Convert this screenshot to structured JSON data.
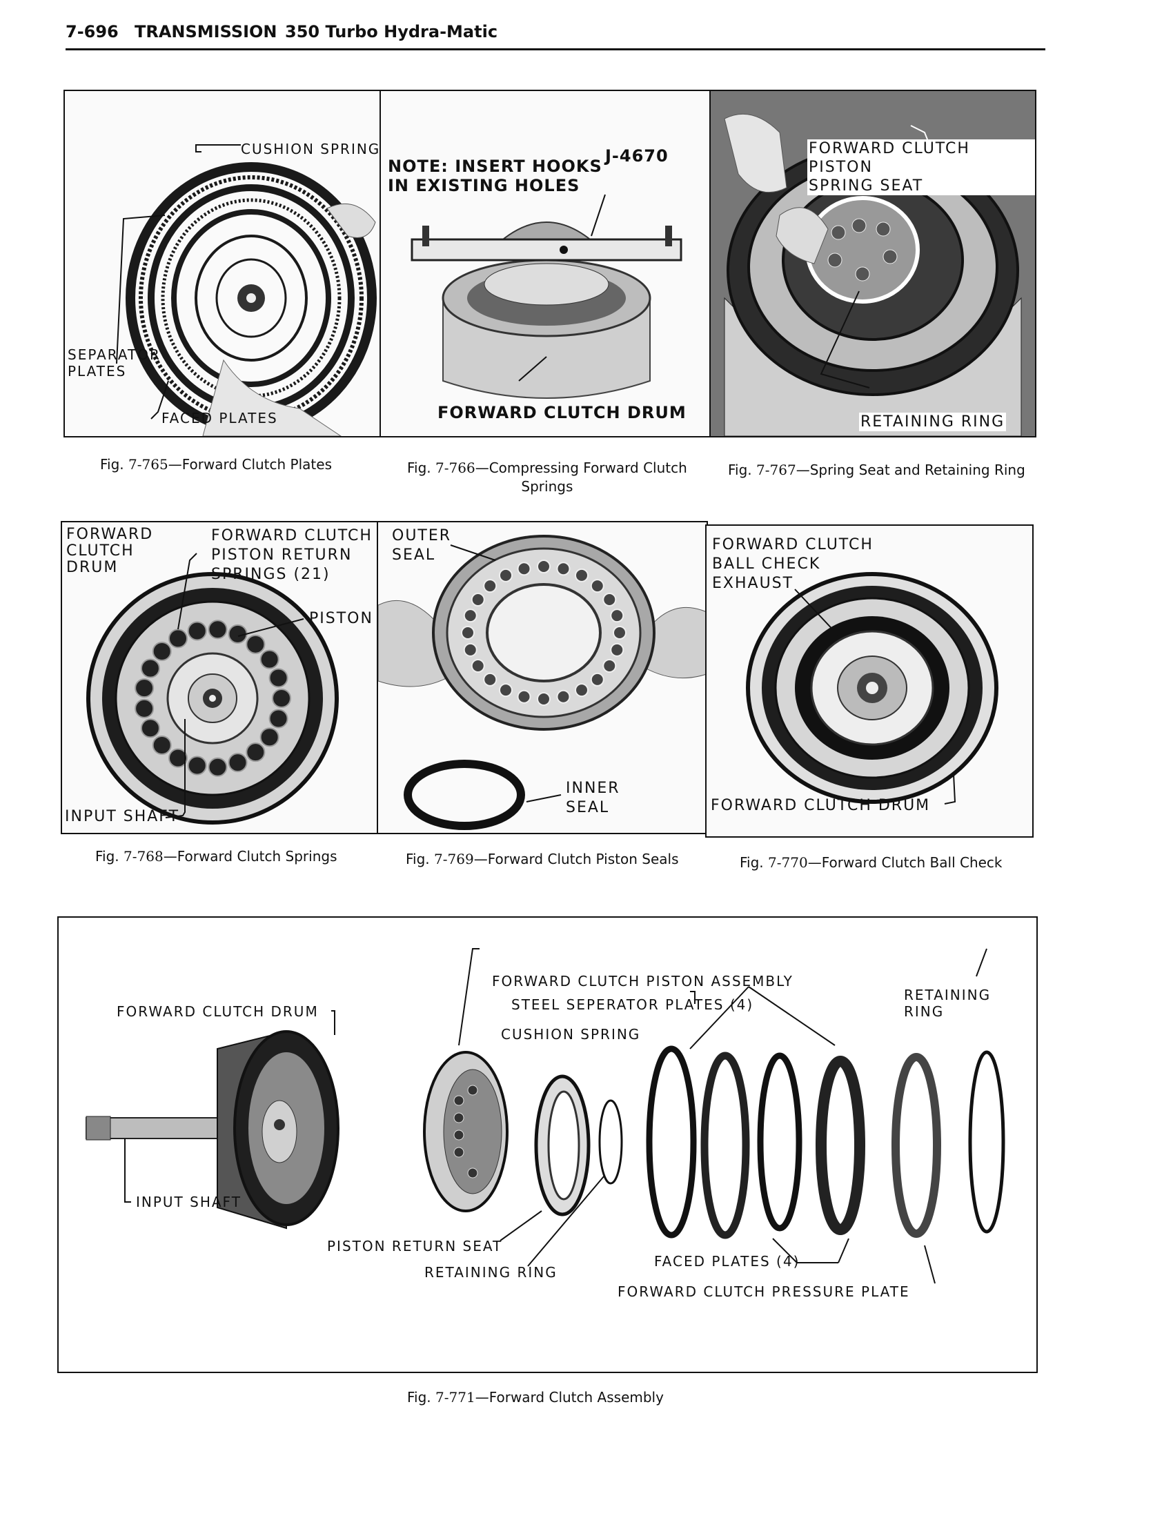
{
  "header": {
    "page": "7-696",
    "section": "TRANSMISSION",
    "subtitle": "350 Turbo Hydra-Matic"
  },
  "figures": {
    "f765": {
      "prefix": "Fig.",
      "number": "7-765",
      "title": "—Forward Clutch Plates",
      "labels": {
        "cushion_spring": "CUSHION SPRING",
        "separator": "SEPARATOR\nPLATES",
        "faced": "FACED PLATES"
      }
    },
    "f766": {
      "prefix": "Fig.",
      "number": "7-766",
      "title": "—Compressing Forward Clutch",
      "title2": "Springs",
      "labels": {
        "note": "NOTE: INSERT HOOKS\nIN EXISTING HOLES",
        "tool": "J-4670",
        "drum": "FORWARD CLUTCH DRUM"
      }
    },
    "f767": {
      "prefix": "Fig.",
      "number": "7-767",
      "title": "—Spring Seat and Retaining Ring",
      "labels": {
        "seat": "FORWARD CLUTCH PISTON\nSPRING SEAT",
        "ring": "RETAINING RING"
      }
    },
    "f768": {
      "prefix": "Fig.",
      "number": "7-768",
      "title": "—Forward Clutch Springs",
      "labels": {
        "drum": "FORWARD\nCLUTCH\nDRUM",
        "springs": "FORWARD CLUTCH\nPISTON RETURN\nSPRINGS (21)",
        "piston": "PISTON",
        "shaft": "INPUT SHAFT"
      }
    },
    "f769": {
      "prefix": "Fig.",
      "number": "7-769",
      "title": "—Forward Clutch Piston Seals",
      "labels": {
        "outer": "OUTER\nSEAL",
        "inner": "INNER\nSEAL"
      }
    },
    "f770": {
      "prefix": "Fig.",
      "number": "7-770",
      "title": "—Forward Clutch Ball Check",
      "labels": {
        "check": "FORWARD CLUTCH\nBALL CHECK\nEXHAUST",
        "drum": "FORWARD CLUTCH DRUM"
      }
    },
    "f771": {
      "prefix": "Fig.",
      "number": "7-771",
      "title": "—Forward Clutch Assembly",
      "labels": {
        "piston_assy": "FORWARD CLUTCH PISTON ASSEMBLY",
        "steel_plates": "STEEL SEPERATOR PLATES (4)",
        "cushion": "CUSHION SPRING",
        "retaining_top": "RETAINING\nRING",
        "drum": "FORWARD CLUTCH DRUM",
        "shaft": "INPUT SHAFT",
        "return_seat": "PISTON RETURN SEAT",
        "retaining": "RETAINING RING",
        "faced": "FACED PLATES (4)",
        "pressure": "FORWARD CLUTCH PRESSURE PLATE"
      }
    }
  }
}
